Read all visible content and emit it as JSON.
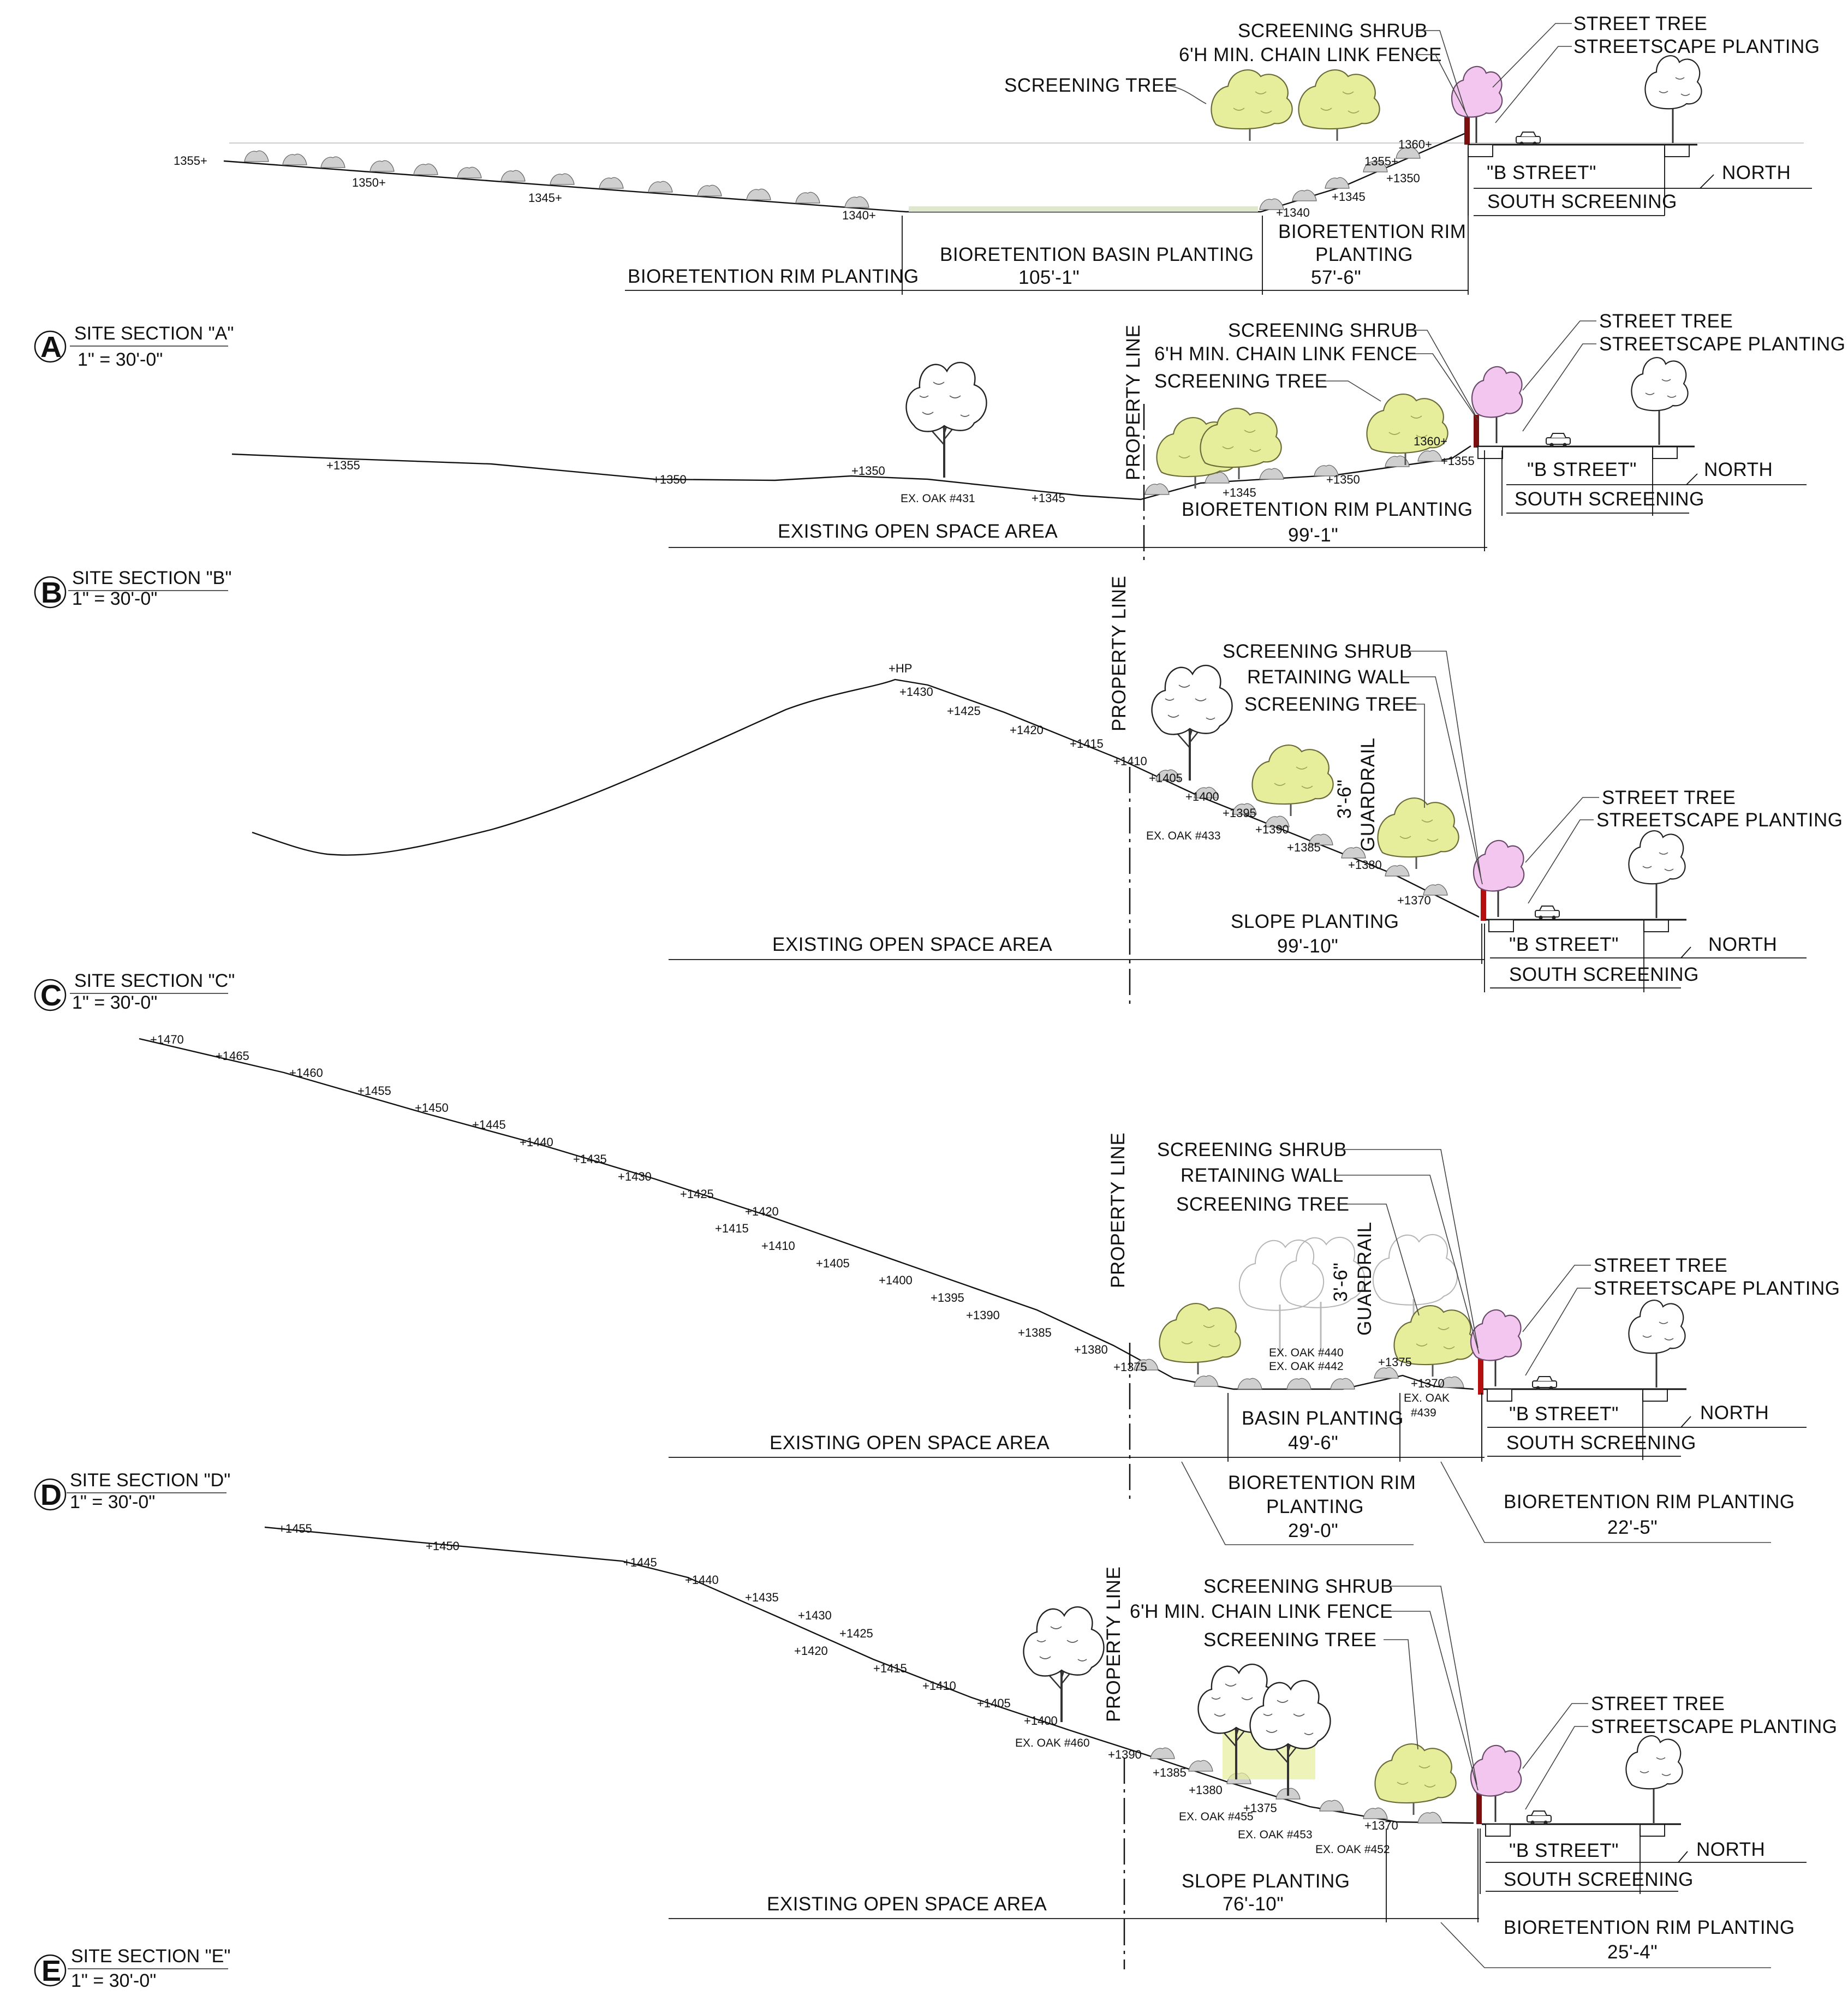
{
  "labels": {
    "screening_shrub": "SCREENING SHRUB",
    "chain_link_fence": "6'H MIN. CHAIN LINK FENCE",
    "screening_tree": "SCREENING TREE",
    "street_tree": "STREET TREE",
    "streetscape_planting": "STREETSCAPE PLANTING",
    "b_street": "\"B STREET\"",
    "north": "NORTH",
    "south_screening": "SOUTH SCREENING",
    "property_line": "PROPERTY LINE",
    "existing_open_space": "EXISTING OPEN SPACE AREA",
    "retaining_wall": "RETAINING WALL",
    "guardrail_height": "3'-6\"",
    "guardrail": "GUARDRAIL",
    "bioretention_rim_planting": "BIORETENTION RIM PLANTING",
    "bioretention_rim_2lines": [
      "BIORETENTION RIM",
      "PLANTING"
    ],
    "bioretention_basin_planting": "BIORETENTION BASIN PLANTING",
    "basin_planting": "BASIN PLANTING",
    "slope_planting": "SLOPE PLANTING"
  },
  "sections": {
    "a": {
      "letter": "A",
      "title": "SITE SECTION \"A\"",
      "scale": "1\" = 30'-0\"",
      "elevations": [
        "1355+",
        "1350+",
        "1345+",
        "1340+",
        "+1340",
        "+1345",
        "+1350",
        "1355+",
        "1360+"
      ],
      "dims": {
        "basin": "105'-1\"",
        "rim": "57'-6\""
      }
    },
    "b": {
      "letter": "B",
      "title": "SITE SECTION \"B\"",
      "scale": "1\" = 30'-0\"",
      "elevations": [
        "+1355",
        "+1350",
        "+1350",
        "+1345",
        "+1345",
        "+1350",
        "1360+",
        "+1355"
      ],
      "oaks": [
        "EX. OAK #431"
      ],
      "dims": {
        "rim": "99'-1\""
      }
    },
    "c": {
      "letter": "C",
      "title": "SITE SECTION \"C\"",
      "scale": "1\" = 30'-0\"",
      "elevations": [
        "+HP",
        "+1430",
        "+1425",
        "+1420",
        "+1415",
        "+1410",
        "+1405",
        "+1400",
        "+1395",
        "+1390",
        "+1385",
        "+1380",
        "+1370"
      ],
      "oaks": [
        "EX. OAK #433"
      ],
      "dims": {
        "slope": "99'-10\""
      }
    },
    "d": {
      "letter": "D",
      "title": "SITE SECTION \"D\"",
      "scale": "1\" = 30'-0\"",
      "elevations": [
        "+1470",
        "+1465",
        "+1460",
        "+1455",
        "+1450",
        "+1445",
        "+1440",
        "+1435",
        "+1430",
        "+1425",
        "+1420",
        "+1415",
        "+1410",
        "+1405",
        "+1400",
        "+1395",
        "+1390",
        "+1385",
        "+1380",
        "+1375",
        "+1375",
        "+1370"
      ],
      "oaks": [
        "EX. OAK #440",
        "EX. OAK #442",
        "EX. OAK",
        "#439"
      ],
      "dims": {
        "basin": "49'-6\"",
        "rim_left": "29'-0\"",
        "rim_right": "22'-5\""
      }
    },
    "e": {
      "letter": "E",
      "title": "SITE SECTION \"E\"",
      "scale": "1\" = 30'-0\"",
      "elevations": [
        "+1455",
        "+1450",
        "+1445",
        "+1440",
        "+1435",
        "+1430",
        "+1425",
        "+1420",
        "+1415",
        "+1410",
        "+1405",
        "+1400",
        "+1390",
        "+1385",
        "+1380",
        "+1375",
        "+1370"
      ],
      "oaks": [
        "EX. OAK #460",
        "EX. OAK #455",
        "EX. OAK #453",
        "EX. OAK #452"
      ],
      "dims": {
        "slope": "76'-10\"",
        "rim": "25'-4\""
      }
    }
  }
}
